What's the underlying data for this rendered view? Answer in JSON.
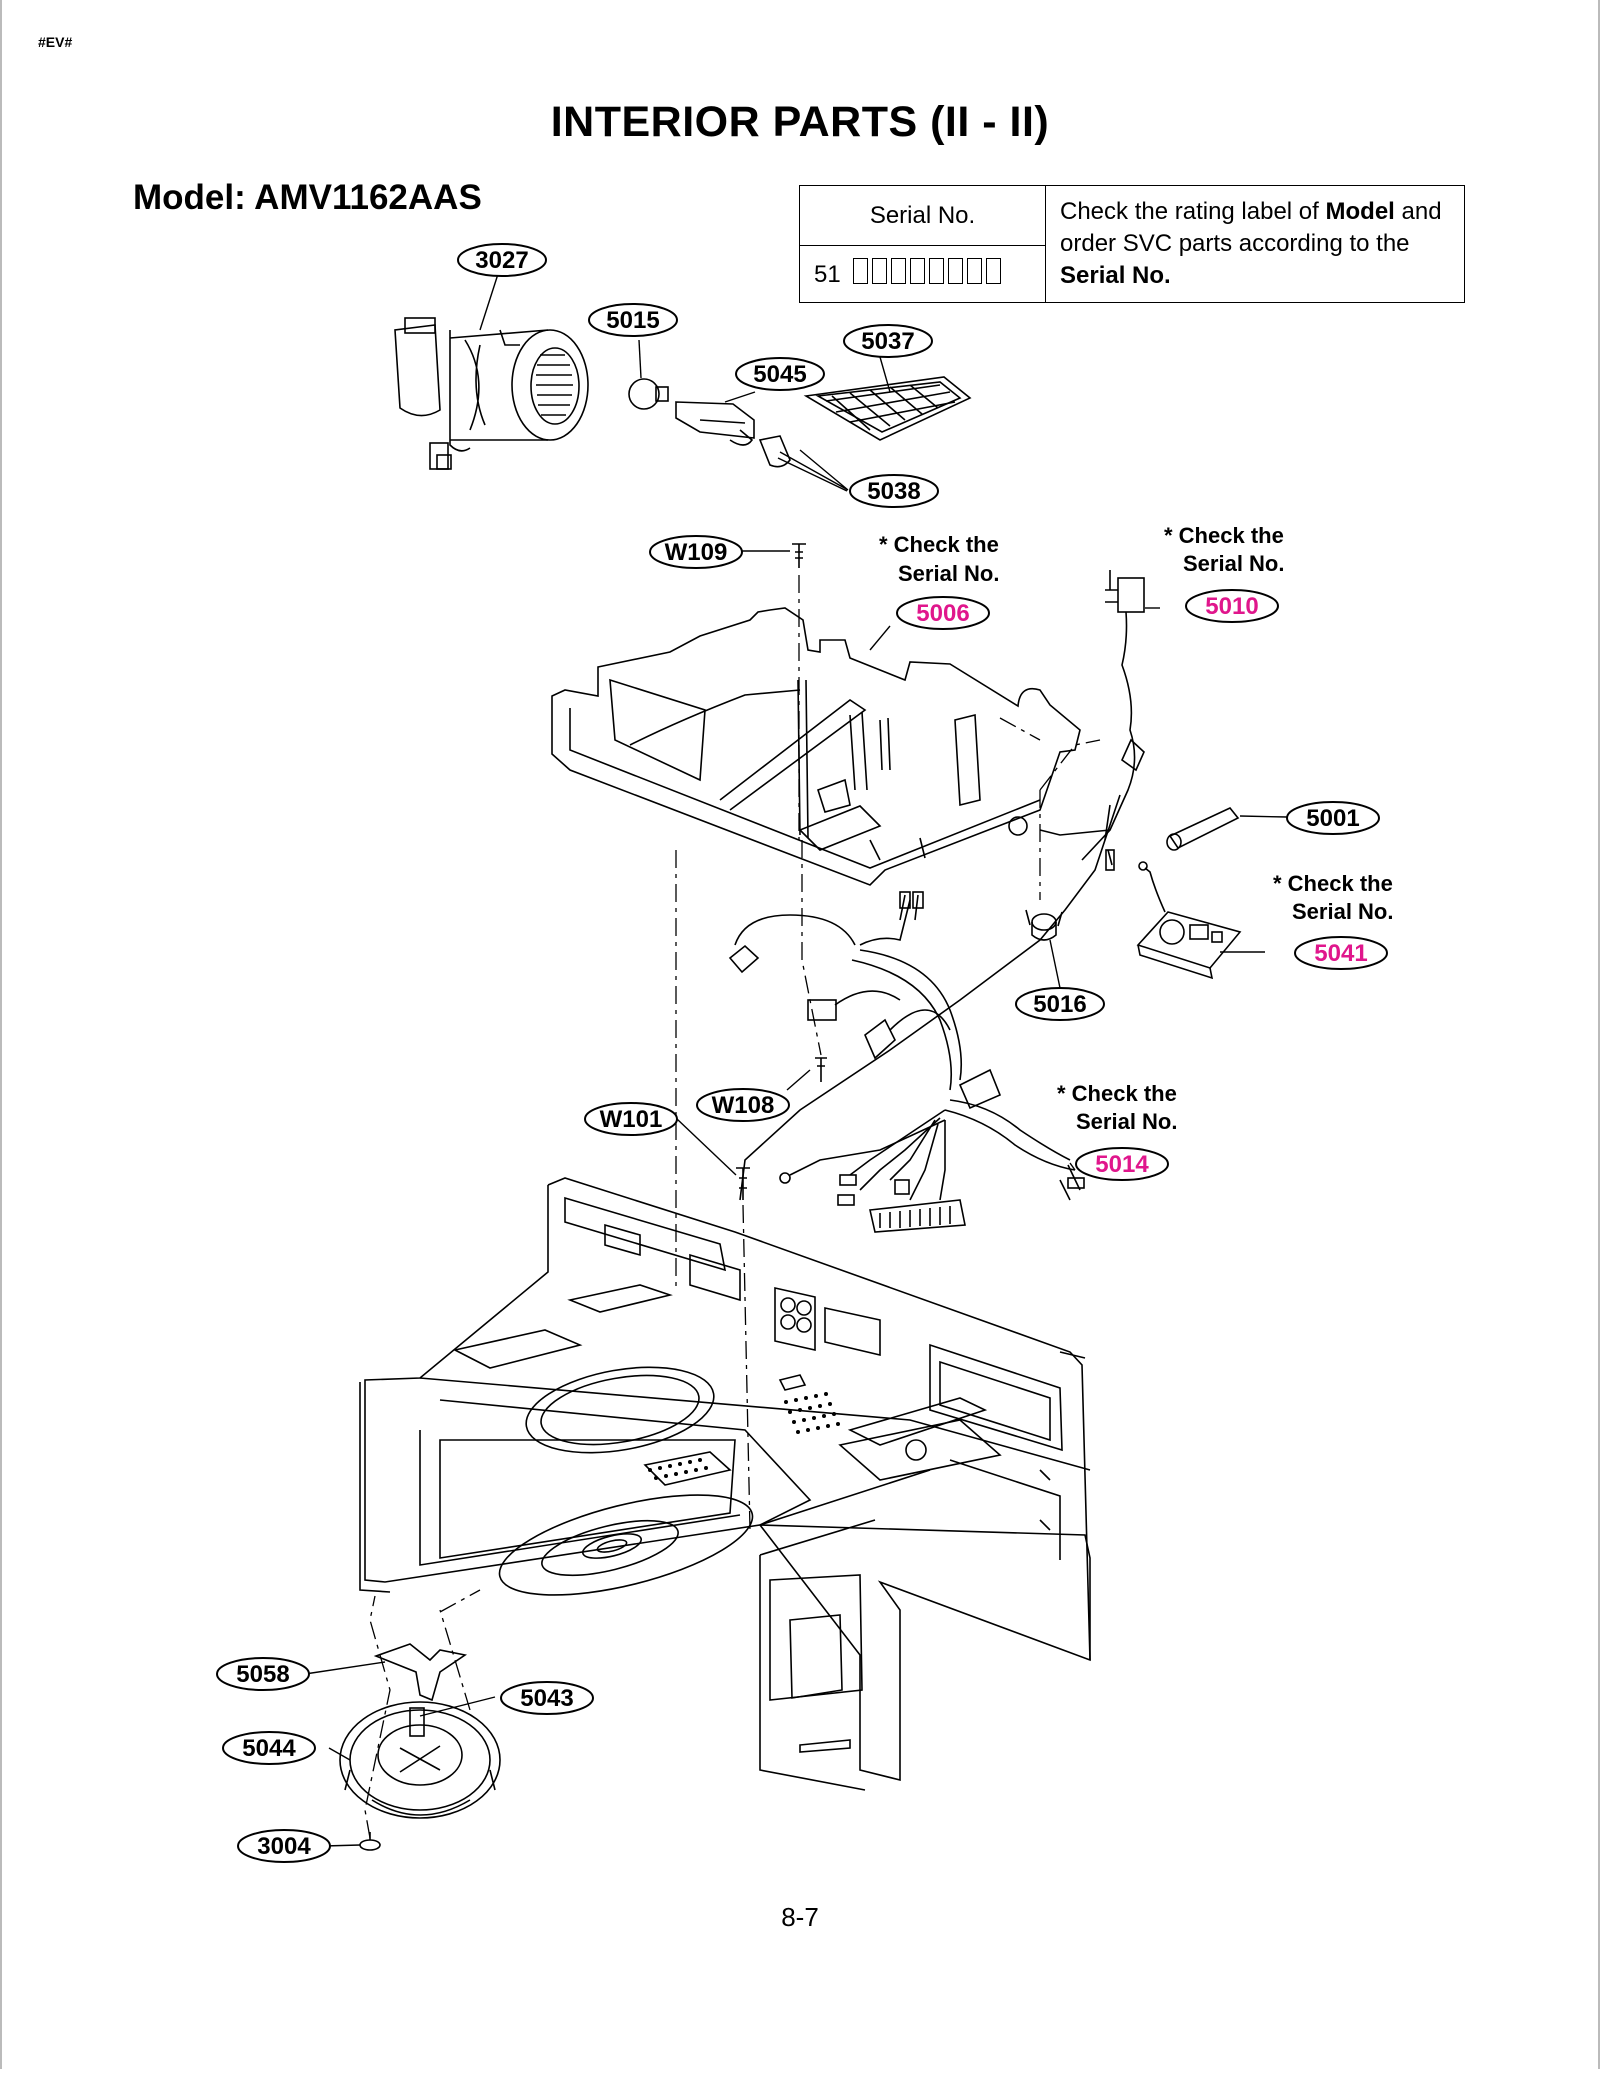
{
  "header": {
    "tag": "#EV#",
    "title": "INTERIOR PARTS (II - II)",
    "model": "Model: AMV1162AAS"
  },
  "serial_table": {
    "heading": "Serial No.",
    "prefix": "51",
    "note_part1": "Check the rating label of ",
    "note_bold1": "Model",
    "note_part2": " and order SVC parts according to the ",
    "note_bold2": "Serial No."
  },
  "callouts": [
    {
      "id": "3027",
      "color": "#000000"
    },
    {
      "id": "5015",
      "color": "#000000"
    },
    {
      "id": "5037",
      "color": "#000000"
    },
    {
      "id": "5045",
      "color": "#000000"
    },
    {
      "id": "5038",
      "color": "#000000"
    },
    {
      "id": "W109",
      "color": "#000000"
    },
    {
      "id": "5006",
      "color": "#e0168c"
    },
    {
      "id": "5010",
      "color": "#e0168c"
    },
    {
      "id": "5001",
      "color": "#000000"
    },
    {
      "id": "5041",
      "color": "#e0168c"
    },
    {
      "id": "5016",
      "color": "#000000"
    },
    {
      "id": "W108",
      "color": "#000000"
    },
    {
      "id": "W101",
      "color": "#000000"
    },
    {
      "id": "5014",
      "color": "#e0168c"
    },
    {
      "id": "5058",
      "color": "#000000"
    },
    {
      "id": "5043",
      "color": "#000000"
    },
    {
      "id": "5044",
      "color": "#000000"
    },
    {
      "id": "3004",
      "color": "#000000"
    }
  ],
  "notes": {
    "check_line1": "* Check the",
    "check_line2": "Serial No."
  },
  "footer": {
    "page_number": "8-7"
  },
  "colors": {
    "highlight": "#e0168c",
    "line": "#000000"
  }
}
